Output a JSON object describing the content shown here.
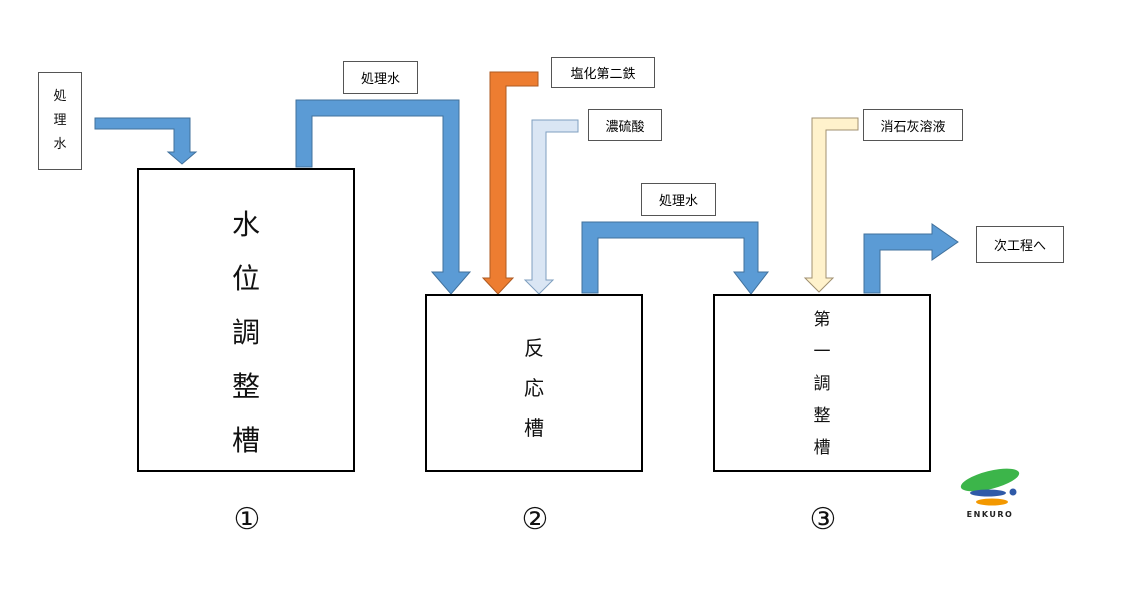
{
  "colors": {
    "flow_arrow": "#5b9bd5",
    "ferric_chloride": "#ed7d31",
    "sulfuric_acid": "#dae6f4",
    "lime_solution": "#fff2cc",
    "outline": "#000000"
  },
  "input_label": {
    "chars": [
      "処",
      "理",
      "水"
    ]
  },
  "tanks": [
    {
      "chars": [
        "水",
        "位",
        "調",
        "整",
        "槽"
      ],
      "number": "①"
    },
    {
      "chars": [
        "反",
        "応",
        "槽"
      ],
      "number": "②"
    },
    {
      "chars": [
        "第",
        "一",
        "調",
        "整",
        "槽"
      ],
      "number": "③"
    }
  ],
  "labels": {
    "treated_water_1": "処理水",
    "ferric_chloride": "塩化第二鉄",
    "sulfuric_acid": "濃硫酸",
    "treated_water_2": "処理水",
    "lime_solution": "消石灰溶液",
    "next_process": "次工程へ"
  },
  "logo": {
    "text": "ENKURO"
  }
}
